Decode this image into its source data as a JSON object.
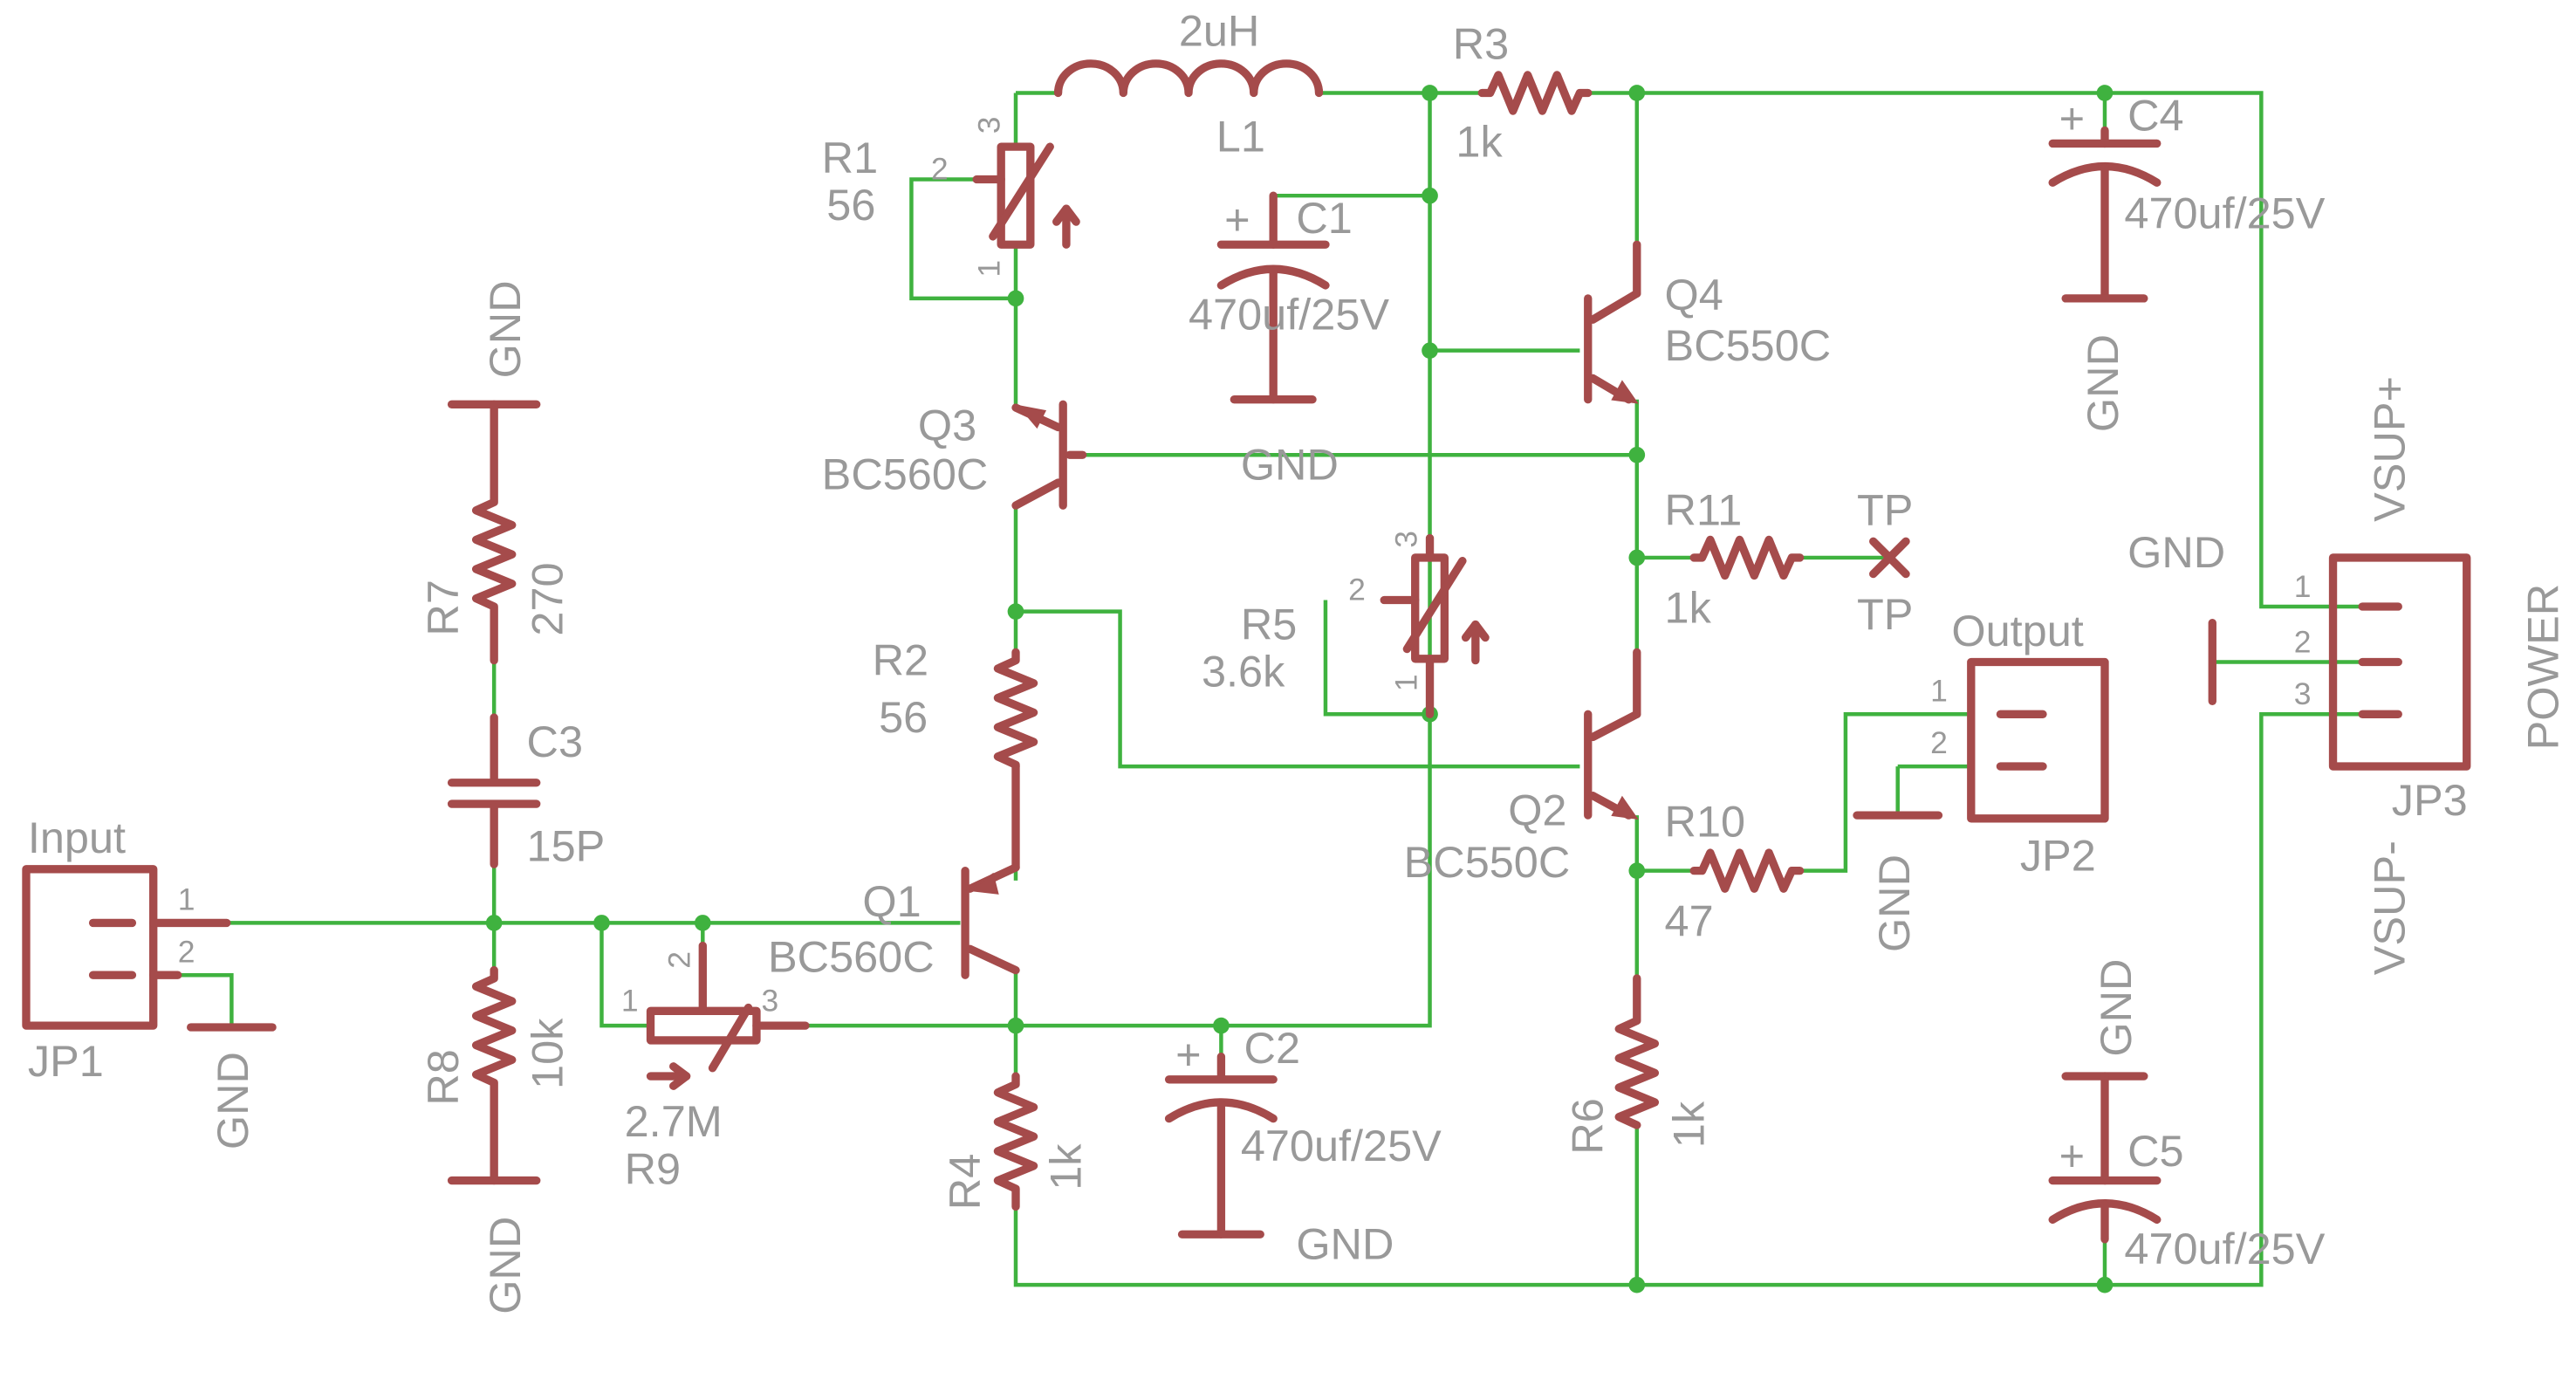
{
  "colors": {
    "wire": "#3fb23f",
    "component": "#a54b4b",
    "text": "#999999",
    "background": "#ffffff"
  },
  "components": {
    "JP1": {
      "name": "JP1",
      "label": "Input",
      "pins": [
        "1",
        "2"
      ]
    },
    "JP2": {
      "name": "JP2",
      "label": "Output",
      "pins": [
        "1",
        "2"
      ]
    },
    "JP3": {
      "name": "JP3",
      "label": "POWER",
      "pins": [
        "1",
        "2",
        "3"
      ]
    },
    "R1": {
      "name": "R1",
      "value": "56",
      "pins": [
        "1",
        "2",
        "3"
      ]
    },
    "R2": {
      "name": "R2",
      "value": "56"
    },
    "R3": {
      "name": "R3",
      "value": "1k"
    },
    "R4": {
      "name": "R4",
      "value": "1k"
    },
    "R5": {
      "name": "R5",
      "value": "3.6k",
      "pins": [
        "1",
        "2",
        "3"
      ]
    },
    "R6": {
      "name": "R6",
      "value": "1k"
    },
    "R7": {
      "name": "R7",
      "value": "270"
    },
    "R8": {
      "name": "R8",
      "value": "10k"
    },
    "R9": {
      "name": "R9",
      "value": "2.7M",
      "pins": [
        "1",
        "2",
        "3"
      ]
    },
    "R10": {
      "name": "R10",
      "value": "47"
    },
    "R11": {
      "name": "R11",
      "value": "1k"
    },
    "L1": {
      "name": "L1",
      "value": "2uH"
    },
    "C1": {
      "name": "C1",
      "value": "470uf/25V",
      "polarity": "+"
    },
    "C2": {
      "name": "C2",
      "value": "470uf/25V",
      "polarity": "+"
    },
    "C3": {
      "name": "C3",
      "value": "15P"
    },
    "C4": {
      "name": "C4",
      "value": "470uf/25V",
      "polarity": "+"
    },
    "C5": {
      "name": "C5",
      "value": "470uf/25V",
      "polarity": "+"
    },
    "Q1": {
      "name": "Q1",
      "value": "BC560C"
    },
    "Q2": {
      "name": "Q2",
      "value": "BC550C"
    },
    "Q3": {
      "name": "Q3",
      "value": "BC560C"
    },
    "Q4": {
      "name": "Q4",
      "value": "BC550C"
    }
  },
  "nets": {
    "gnd": "GND",
    "tp": "TP",
    "vsup_plus": "VSUP+",
    "vsup_minus": "VSUP-"
  }
}
